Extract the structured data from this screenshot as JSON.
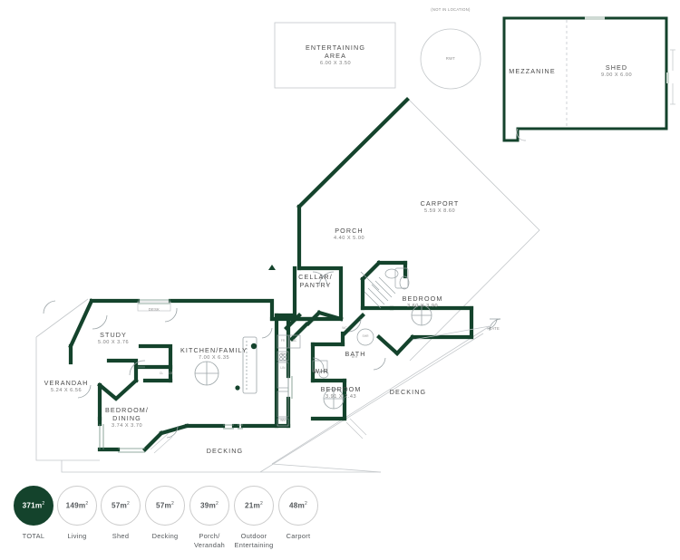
{
  "document": {
    "type": "architectural-floor-plan",
    "wall_color": "#14432c",
    "outline_color": "#b9bdc0",
    "text_color": "#4a4a4a",
    "background": "#ffffff"
  },
  "detached_structures": {
    "entertaining_area": {
      "name": "ENTERTAINING AREA",
      "dimensions": "6.00 X 3.50"
    },
    "rainwater_tank": {
      "label": "RWT",
      "note": "(NOT IN LOCATION)"
    },
    "shed_building": {
      "mezzanine": {
        "name": "MEZZANINE"
      },
      "shed": {
        "name": "SHED",
        "dimensions": "9.00 X 6.00"
      }
    }
  },
  "rooms": [
    {
      "name": "CARPORT",
      "dimensions": "5.59 X 8.60"
    },
    {
      "name": "PORCH",
      "dimensions": "4.40 X 5.00"
    },
    {
      "name": "CELLAR/\nPANTRY",
      "dimensions": ""
    },
    {
      "name": "BEDROOM",
      "dimensions": "3.60 X 3.90"
    },
    {
      "name": "STUDY",
      "dimensions": "5.00 X 3.76"
    },
    {
      "name": "KITCHEN/FAMILY",
      "dimensions": "7.00 X 6.35"
    },
    {
      "name": "VERANDAH",
      "dimensions": "5.24 X 6.56"
    },
    {
      "name": "BEDROOM/\nDINING",
      "dimensions": "3.74 X 3.70"
    },
    {
      "name": "BATH",
      "dimensions": ""
    },
    {
      "name": "WIR",
      "dimensions": ""
    },
    {
      "name": "BEDROOM",
      "dimensions": "3.91 X 2.43"
    },
    {
      "name": "DECKING",
      "dimensions": ""
    }
  ],
  "labels": {
    "carport": "CARPORT",
    "carport_dim": "5.59 X 8.60",
    "porch": "PORCH",
    "porch_dim": "4.40 X 5.00",
    "cellar_l1": "CELLAR/",
    "cellar_l2": "PANTRY",
    "bedroom_main": "BEDROOM",
    "bedroom_main_dim": "3.60 X 3.90",
    "study": "STUDY",
    "study_dim": "5.00 X 3.76",
    "kitchen": "KITCHEN/FAMILY",
    "kitchen_dim": "7.00 X 6.35",
    "verandah": "VERANDAH",
    "verandah_dim": "5.24 X 6.56",
    "bedroom_dining_l1": "BEDROOM/",
    "bedroom_dining_l2": "DINING",
    "bedroom_dining_dim": "3.74 X 3.70",
    "bath": "BATH",
    "wir": "WIR",
    "bedroom2": "BEDROOM",
    "bedroom2_dim": "3.91 X 2.43",
    "decking_bottom": "DECKING",
    "decking_right": "DECKING",
    "entertaining": "ENTERTAINING AREA",
    "entertaining_dim": "6.00 X 3.50",
    "rwt": "RWT",
    "not_in_location": "(NOT IN LOCATION)",
    "mezzanine": "MEZZANINE",
    "shed": "SHED",
    "shed_dim": "9.00 X 6.00",
    "desk": "DESK",
    "gate": "GATE",
    "fridge": "FR",
    "bc": "BC",
    "oven": "OV",
    "washing_machine": "WM",
    "shower": "SHR",
    "bath_small": "BTH",
    "cupboard_a": "CL",
    "cupboard_b": "CB",
    "linen": "LIN",
    "wc": "WC"
  },
  "legend": {
    "items": [
      {
        "area": "371m",
        "unit": "2",
        "caption": "TOTAL",
        "filled": true
      },
      {
        "area": "149m",
        "unit": "2",
        "caption": "Living",
        "filled": false
      },
      {
        "area": "57m",
        "unit": "2",
        "caption": "Shed",
        "filled": false
      },
      {
        "area": "57m",
        "unit": "2",
        "caption": "Decking",
        "filled": false
      },
      {
        "area": "39m",
        "unit": "2",
        "caption": "Porch/\nVerandah",
        "filled": false
      },
      {
        "area": "21m",
        "unit": "2",
        "caption": "Outdoor\nEntertaining",
        "filled": false
      },
      {
        "area": "48m",
        "unit": "2",
        "caption": "Carport",
        "filled": false
      }
    ]
  }
}
